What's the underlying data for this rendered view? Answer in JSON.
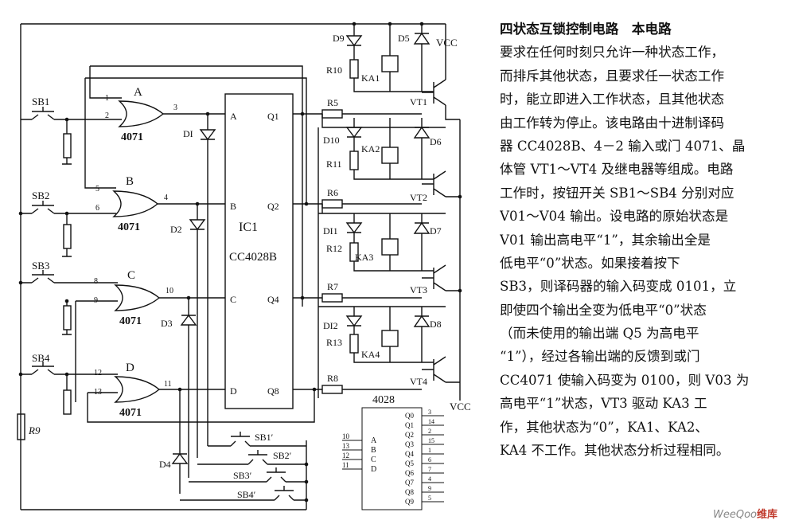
{
  "diagram": {
    "gates": [
      {
        "letter": "A",
        "part": "4071",
        "in1": "1",
        "in2": "2",
        "out": "3"
      },
      {
        "letter": "B",
        "part": "4071",
        "in1": "5",
        "in2": "6",
        "out": "4"
      },
      {
        "letter": "C",
        "part": "4071",
        "in1": "8",
        "in2": "9",
        "out": "10"
      },
      {
        "letter": "D",
        "part": "4071",
        "in1": "12",
        "in2": "13",
        "out": "11"
      }
    ],
    "buttons": [
      "SB1",
      "SB2",
      "SB3",
      "SB4"
    ],
    "buttons_prime": [
      "SB1′",
      "SB2′",
      "SB3′",
      "SB4′"
    ],
    "feedback_diodes": [
      "DI",
      "D2",
      "D3",
      "D4"
    ],
    "resistor_r9": "R9",
    "ic_name": "IC1",
    "ic_part": "CC4028B",
    "ic_inputs": [
      "A",
      "B",
      "C",
      "D"
    ],
    "ic_outputs": [
      "Q1",
      "Q2",
      "Q4",
      "Q8"
    ],
    "stages": [
      {
        "base_r": "R5",
        "vt": "VT1",
        "d_left": "D9",
        "r_left": "R10",
        "relay": "KA1",
        "d_right": "D5"
      },
      {
        "base_r": "R6",
        "vt": "VT2",
        "d_left": "D10",
        "r_left": "R11",
        "relay": "KA2",
        "d_right": "D6"
      },
      {
        "base_r": "R7",
        "vt": "VT3",
        "d_left": "DI1",
        "r_left": "R12",
        "relay": "KA3",
        "d_right": "D7"
      },
      {
        "base_r": "R8",
        "vt": "VT4",
        "d_left": "DI2",
        "r_left": "R13",
        "relay": "KA4",
        "d_right": "D8"
      }
    ],
    "vcc": "VCC",
    "pinout": {
      "title": "4028",
      "input_pins": [
        "10",
        "13",
        "12",
        "11"
      ],
      "input_names": [
        "A",
        "B",
        "C",
        "D"
      ],
      "output_names": [
        "Q0",
        "Q1",
        "Q2",
        "Q3",
        "Q4",
        "Q5",
        "Q6",
        "Q7",
        "Q8",
        "Q9"
      ],
      "output_pins": [
        "3",
        "14",
        "2",
        "15",
        "1",
        "6",
        "7",
        "4",
        "9",
        "5"
      ]
    }
  },
  "text": {
    "lines": [
      "四状态互锁控制电路　本电路",
      "要求在任何时刻只允许一种状态工作，",
      "而排斥其他状态，且要求任一状态工作",
      "时，能立即进入工作状态，且其他状态",
      "由工作转为停止。该电路由十进制译码",
      "器 CC4028B、4－2 输入或门 4071、晶",
      "体管 VT1～VT4 及继电器等组成。电路",
      "工作时，按钮开关 SB1～SB4 分别对应",
      "V01～V04 输出。设电路的原始状态是",
      "V01 输出高电平“1”，其余输出全是",
      "低电平“0”状态。如果接着按下",
      "SB3，则译码器的输入码变成 0101，立",
      "即使四个输出全变为低电平“0”状态",
      "（而未使用的输出端 Q5 为高电平",
      "“1”），经过各输出端的反馈到或门",
      "CC4071 使输入码变为 0100，则 V03 为",
      "高电平“1”状态，VT3 驱动 KA3 工",
      "作，其他状态为“0”，KA1、KA2、",
      "KA4 不工作。其他状态分析过程相同。"
    ],
    "title_part": "四状态互锁控制电路",
    "watermark_a": "WeeQoo",
    "watermark_b": "维库"
  }
}
